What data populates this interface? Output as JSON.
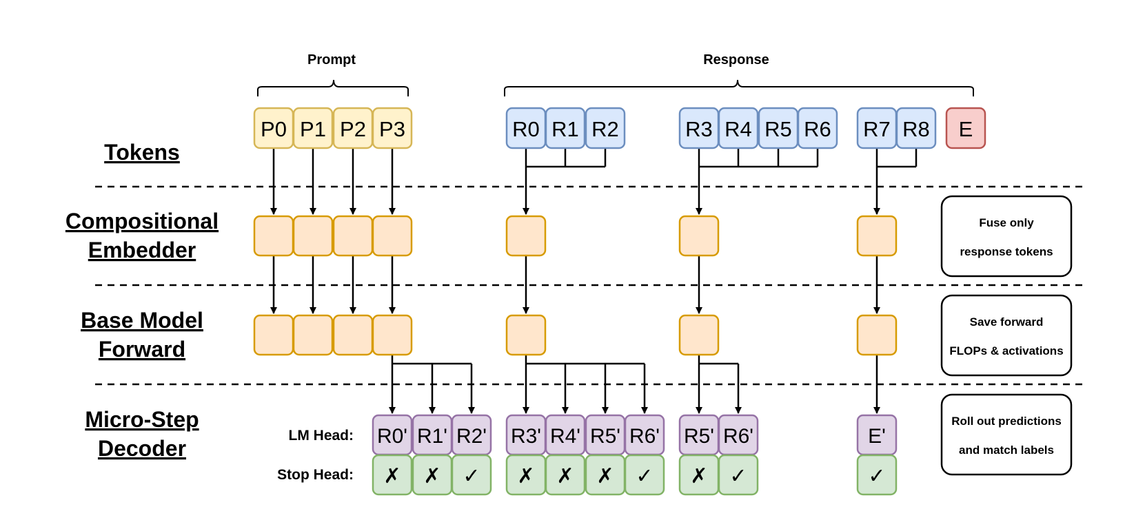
{
  "headers": {
    "prompt": "Prompt",
    "response": "Response"
  },
  "rows": {
    "tokens": "Tokens",
    "embedder_1": "Compositional",
    "embedder_2": "Embedder",
    "forward_1": "Base Model",
    "forward_2": "Forward",
    "decoder_1": "Micro-Step",
    "decoder_2": "Decoder"
  },
  "head_labels": {
    "lm_head": "LM Head:",
    "stop_head": "Stop Head:"
  },
  "prompt_tokens": [
    "P0",
    "P1",
    "P2",
    "P3"
  ],
  "response_tokens": [
    "R0",
    "R1",
    "R2",
    "R3",
    "R4",
    "R5",
    "R6",
    "R7",
    "R8"
  ],
  "end_token": "E",
  "predictions": {
    "group1": [
      "R0'",
      "R1'",
      "R2'"
    ],
    "group2": [
      "R3'",
      "R4'",
      "R5'",
      "R6'"
    ],
    "group3": [
      "R5'",
      "R6'"
    ],
    "group4": [
      "E'"
    ]
  },
  "stop_marks": {
    "group1": [
      "✗",
      "✗",
      "✓"
    ],
    "group2": [
      "✗",
      "✗",
      "✗",
      "✓"
    ],
    "group3": [
      "✗",
      "✓"
    ],
    "group4": [
      "✓"
    ]
  },
  "notes": {
    "embedder_1": "Fuse only",
    "embedder_2": "response tokens",
    "forward_1": "Save forward",
    "forward_2": "FLOPs & activations",
    "decoder_1": "Roll out predictions",
    "decoder_2": "and match labels"
  },
  "colors": {
    "prompt_fill": "#fff2cc",
    "prompt_stroke": "#d6b656",
    "response_fill": "#dae8fc",
    "response_stroke": "#6c8ebf",
    "end_fill": "#f8cecc",
    "end_stroke": "#b85450",
    "block_fill": "#ffe6cc",
    "block_stroke": "#d79b00",
    "pred_fill": "#e1d5e7",
    "pred_stroke": "#9673a6",
    "stop_fill": "#d5e8d4",
    "stop_stroke": "#82b366"
  }
}
